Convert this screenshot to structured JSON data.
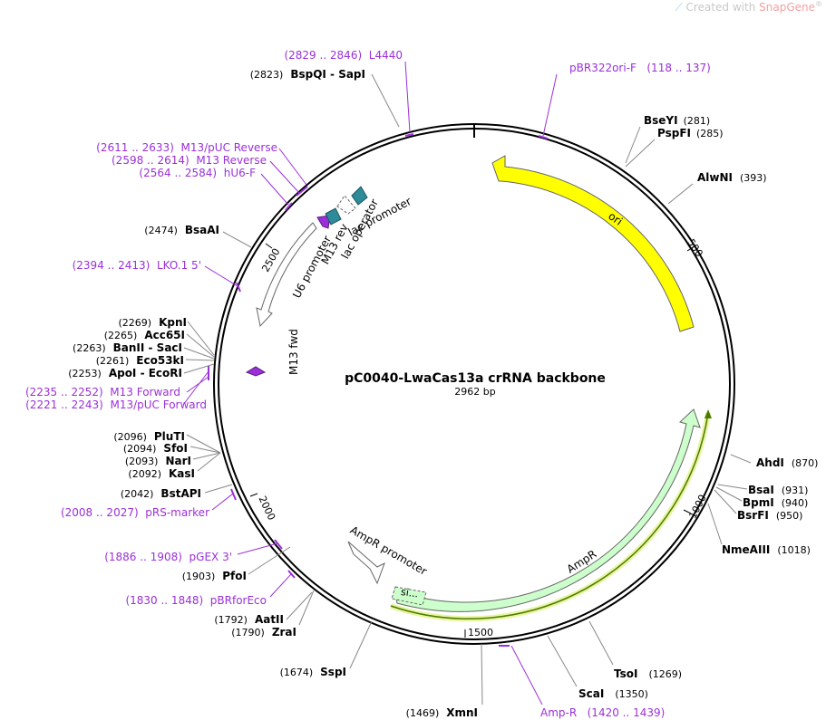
{
  "watermark": {
    "prefix": "Created with ",
    "brand": "SnapGene",
    "mark": "®"
  },
  "plasmid": {
    "name": "pC0040-LwaCas13a crRNA backbone",
    "length_label": "2962 bp",
    "length": 2962
  },
  "ticks": [
    "500",
    "1000",
    "1500",
    "2000",
    "2500"
  ],
  "enzymes": [
    {
      "name": "BseYI",
      "pos": "(281)"
    },
    {
      "name": "PspFI",
      "pos": "(285)"
    },
    {
      "name": "AlwNI",
      "pos": "(393)"
    },
    {
      "name": "AhdI",
      "pos": "(870)"
    },
    {
      "name": "BsaI",
      "pos": "(931)"
    },
    {
      "name": "BpmI",
      "pos": "(940)"
    },
    {
      "name": "BsrFI",
      "pos": "(950)"
    },
    {
      "name": "NmeAIII",
      "pos": "(1018)"
    },
    {
      "name": "TsoI",
      "pos": "(1269)"
    },
    {
      "name": "ScaI",
      "pos": "(1350)"
    },
    {
      "name": "XmnI",
      "pos": "(1469)"
    },
    {
      "name": "SspI",
      "pos": "(1674)"
    },
    {
      "name": "ZraI",
      "pos": "(1790)"
    },
    {
      "name": "AatII",
      "pos": "(1792)"
    },
    {
      "name": "PfoI",
      "pos": "(1903)"
    },
    {
      "name": "BstAPI",
      "pos": "(2042)"
    },
    {
      "name": "KasI",
      "pos": "(2092)"
    },
    {
      "name": "NarI",
      "pos": "(2093)"
    },
    {
      "name": "SfoI",
      "pos": "(2094)"
    },
    {
      "name": "PluTI",
      "pos": "(2096)"
    },
    {
      "name": "ApoI - EcoRI",
      "pos": "(2253)"
    },
    {
      "name": "Eco53kI",
      "pos": "(2261)"
    },
    {
      "name": "BanII - SacI",
      "pos": "(2263)"
    },
    {
      "name": "Acc65I",
      "pos": "(2265)"
    },
    {
      "name": "KpnI",
      "pos": "(2269)"
    },
    {
      "name": "BsaAI",
      "pos": "(2474)"
    },
    {
      "name": "BspQI - SapI",
      "pos": "(2823)"
    }
  ],
  "primers": [
    {
      "label": "(2829 .. 2846)  L4440"
    },
    {
      "label": "pBR322ori-F   (118 .. 137)"
    },
    {
      "label": "(2611 .. 2633)  M13/pUC Reverse"
    },
    {
      "label": "(2598 .. 2614)  M13 Reverse"
    },
    {
      "label": "(2564 .. 2584)  hU6-F"
    },
    {
      "label": "(2394 .. 2413)  LKO.1 5'"
    },
    {
      "label": "(2235 .. 2252)  M13 Forward"
    },
    {
      "label": "(2221 .. 2243)  M13/pUC Forward"
    },
    {
      "label": "(2008 .. 2027)  pRS-marker"
    },
    {
      "label": "(1886 .. 1908)  pGEX 3'"
    },
    {
      "label": "(1830 .. 1848)  pBRforEco"
    },
    {
      "label": "Amp-R   (1420 .. 1439)"
    }
  ],
  "features": {
    "ori": "ori",
    "ampr": "AmpR",
    "ampr_promoter": "AmpR promoter",
    "signal": "si...",
    "u6": "U6 promoter",
    "m13rev": "M13 rev",
    "lac_operator": "lac operator",
    "lac_promoter": "lac promoter",
    "m13fwd": "M13 fwd"
  },
  "colors": {
    "ori": "#ffff00",
    "ampr": "#ccffcc",
    "primer": "#9b30d9",
    "lac_operator": "#2e8b9a",
    "orf_line": "#4a7a00",
    "orf_glow": "#e8f5a0"
  }
}
